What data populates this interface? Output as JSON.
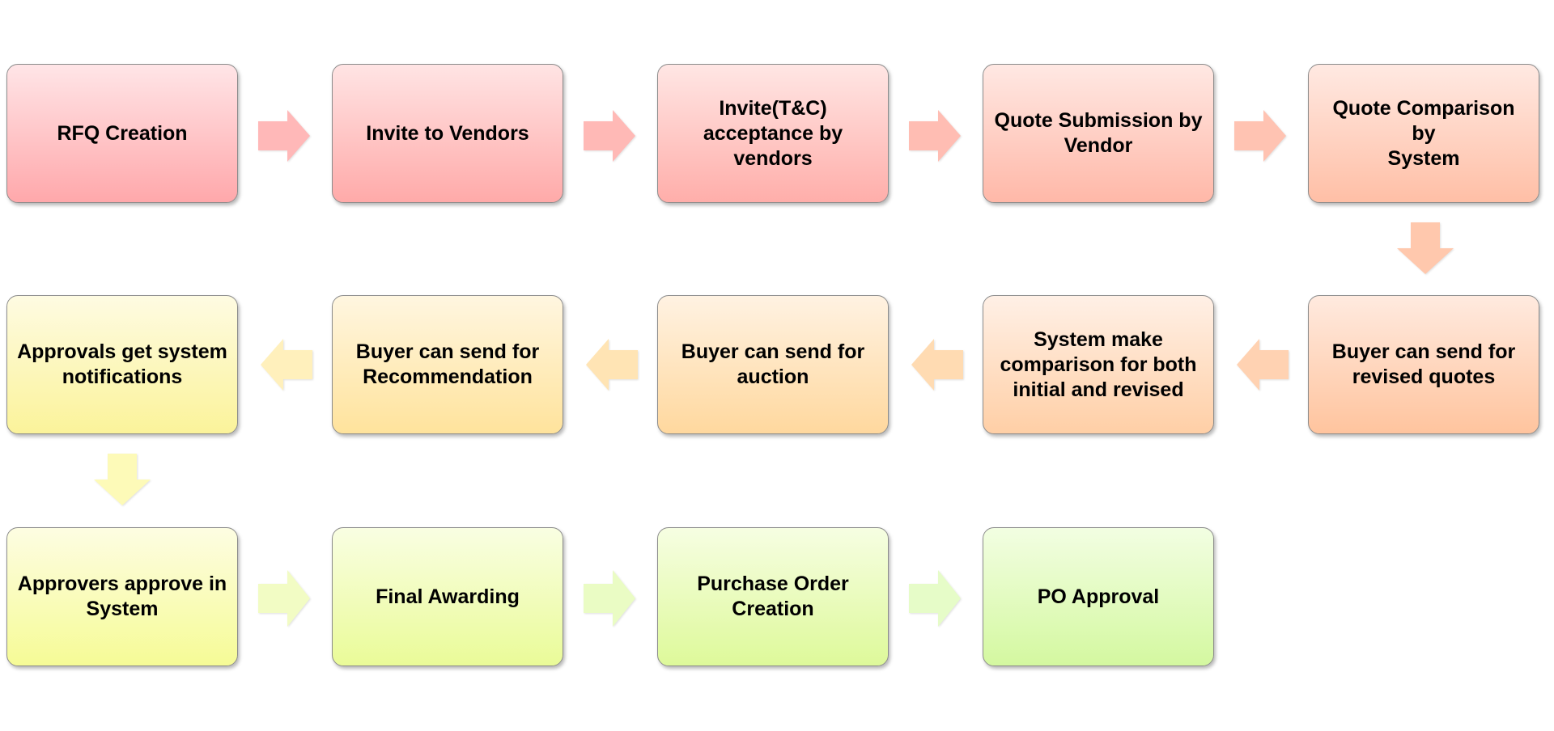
{
  "steps": [
    {
      "label": "RFQ Creation",
      "top": "#ffe5e7",
      "bottom": "#ffa8ab"
    },
    {
      "label": "Invite to Vendors",
      "top": "#ffe4e4",
      "bottom": "#ffaaa9"
    },
    {
      "label": "Invite(T&C)\nacceptance  by\nvendors",
      "top": "#ffe6e4",
      "bottom": "#ffaeaa"
    },
    {
      "label": "Quote Submission by\nVendor",
      "top": "#ffe8e3",
      "bottom": "#ffb8a8"
    },
    {
      "label": "Quote Comparison by\nSystem",
      "top": "#ffe9e2",
      "bottom": "#ffbfa6"
    },
    {
      "label": "Buyer can send for\nrevised quotes",
      "top": "#ffeadf",
      "bottom": "#ffc49e"
    },
    {
      "label": "System make\ncomparison for both\ninitial and revised",
      "top": "#fff0e6",
      "bottom": "#ffcfa6"
    },
    {
      "label": "Buyer can send for\nauction",
      "top": "#fff2e2",
      "bottom": "#ffd89e"
    },
    {
      "label": "Buyer can send for\nRecommendation",
      "top": "#fff6e0",
      "bottom": "#ffe39c"
    },
    {
      "label": "Approvals get system\nnotifications",
      "top": "#fefbe2",
      "bottom": "#fbf39a"
    },
    {
      "label": "Approvers approve in\nSystem",
      "top": "#fdfde2",
      "bottom": "#f6fb96"
    },
    {
      "label": "Final Awarding",
      "top": "#f9fee2",
      "bottom": "#eafb98"
    },
    {
      "label": "Purchase Order\nCreation",
      "top": "#f6fee2",
      "bottom": "#def99a"
    },
    {
      "label": "PO Approval",
      "top": "#f2fee2",
      "bottom": "#d4f8a0"
    }
  ],
  "arrows": [
    {
      "direction": "right",
      "color": "#ffb8b8"
    },
    {
      "direction": "right",
      "color": "#ffb9b6"
    },
    {
      "direction": "right",
      "color": "#ffbdb3"
    },
    {
      "direction": "right",
      "color": "#ffc3b2"
    },
    {
      "direction": "down",
      "color": "#ffc8ad"
    },
    {
      "direction": "left",
      "color": "#ffd2b2"
    },
    {
      "direction": "left",
      "color": "#ffdbb2"
    },
    {
      "direction": "left",
      "color": "#ffe4b4"
    },
    {
      "direction": "left",
      "color": "#fff0bc"
    },
    {
      "direction": "down",
      "color": "#fdfab8"
    },
    {
      "direction": "right",
      "color": "#f2fcc4"
    },
    {
      "direction": "right",
      "color": "#eafcc4"
    },
    {
      "direction": "right",
      "color": "#e6fcc8"
    }
  ]
}
